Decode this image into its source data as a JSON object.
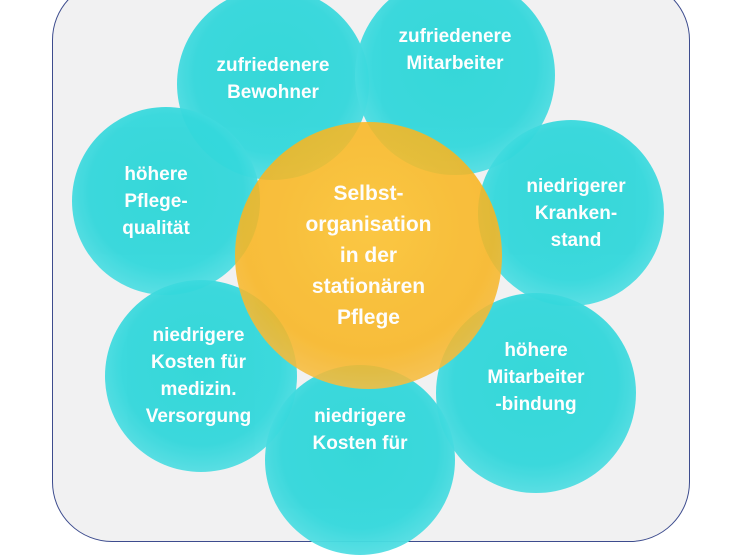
{
  "diagram": {
    "center": "Selbst-\norganisation\nin der\nstationären\nPflege",
    "nodes": [
      "zufriedenere\nBewohner",
      "zufriedenere\nMitarbeiter",
      "höhere\nPflege-\nqualität",
      "niedrigerer\nKranken-\nstand",
      "niedrigere\nKosten für\nmedizin.\nVersorgung",
      "höhere\nMitarbeiter\n-bindung",
      "niedrigere\nKosten für"
    ],
    "colors": {
      "node": "#2fd6d8",
      "center": "#f8b521",
      "frame": "#3d4c8e"
    }
  }
}
